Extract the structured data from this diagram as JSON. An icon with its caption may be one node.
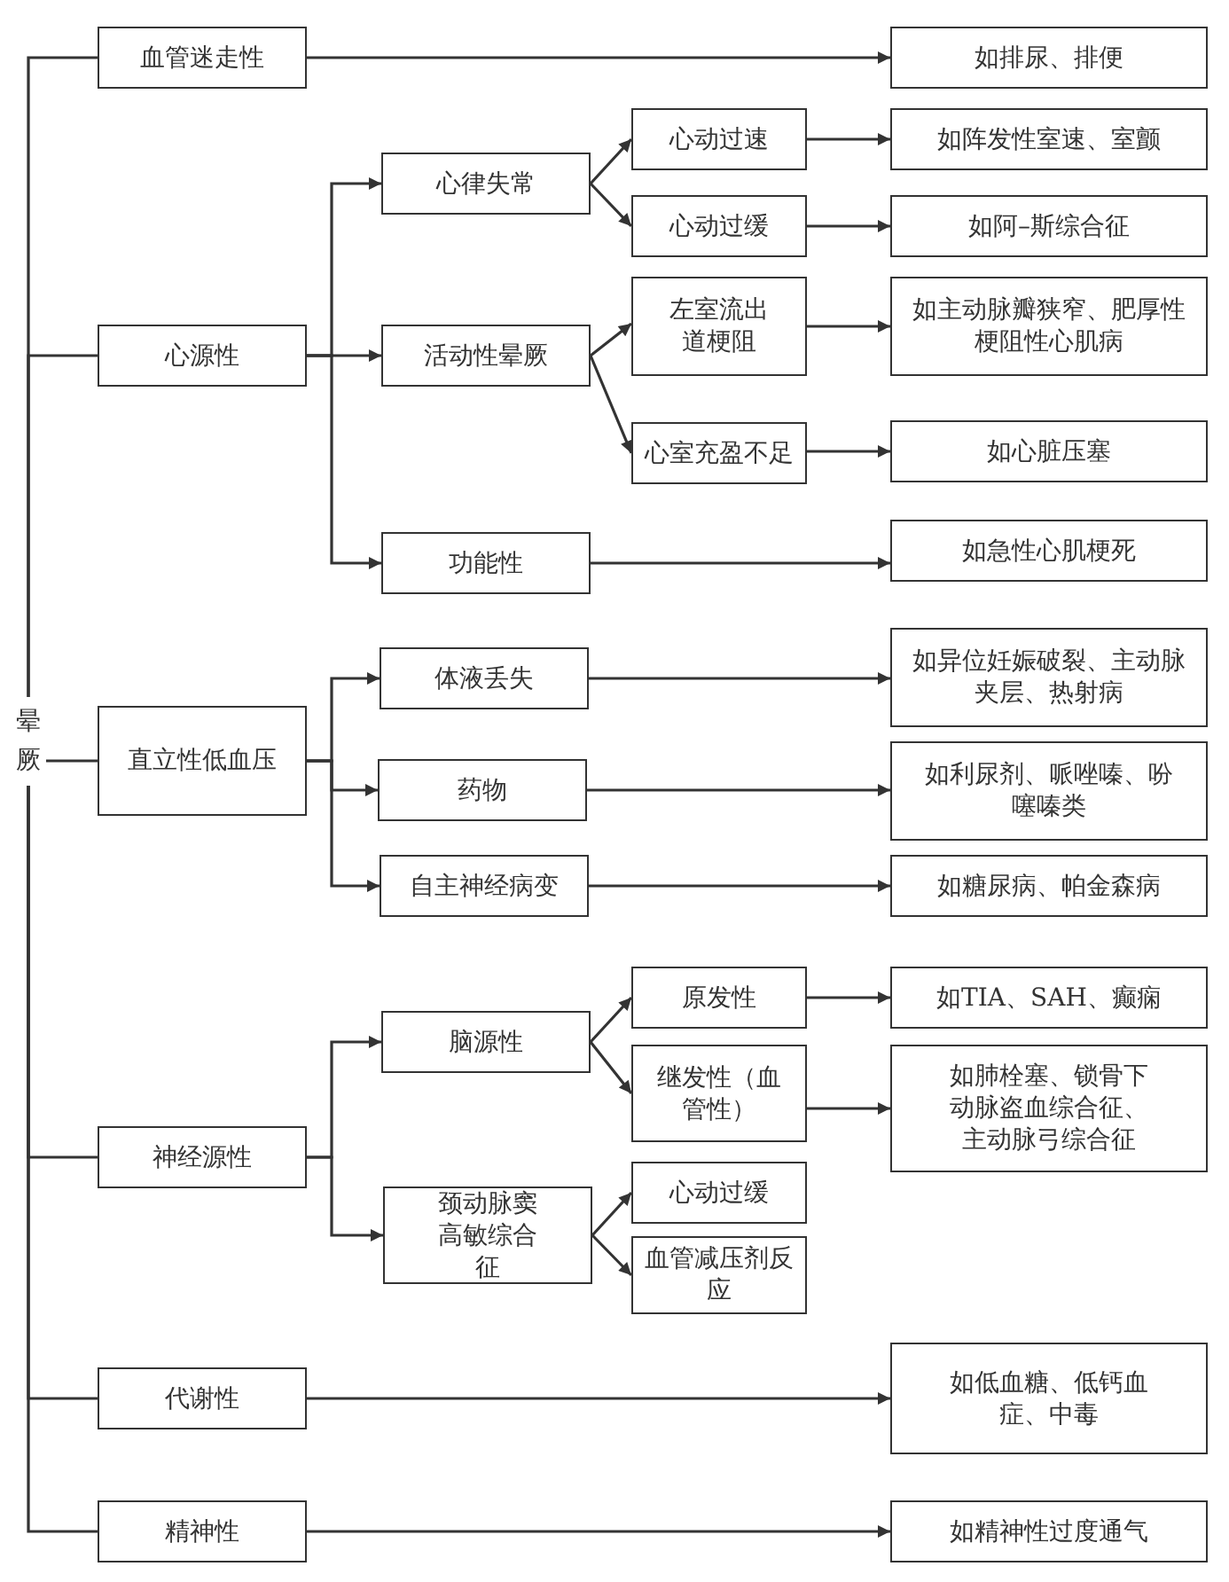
{
  "diagram": {
    "nodes": [
      {
        "text": [
          "晕厥"
        ]
      },
      {
        "text": [
          "血管迷走性"
        ]
      },
      {
        "text": [
          "心源性"
        ]
      },
      {
        "text": [
          "直立性低血压"
        ]
      },
      {
        "text": [
          "神经源性"
        ]
      },
      {
        "text": [
          "代谢性"
        ]
      },
      {
        "text": [
          "精神性"
        ]
      },
      {
        "text": [
          "心律失常"
        ]
      },
      {
        "text": [
          "活动性晕厥"
        ]
      },
      {
        "text": [
          "功能性"
        ]
      },
      {
        "text": [
          "体液丢失"
        ]
      },
      {
        "text": [
          "药物"
        ]
      },
      {
        "text": [
          "自主神经病变"
        ]
      },
      {
        "text": [
          "脑源性"
        ]
      },
      {
        "text": [
          "颈动脉窦高敏综合征"
        ]
      },
      {
        "text": [
          "心动过速"
        ]
      },
      {
        "text": [
          "心动过缓"
        ]
      },
      {
        "text": [
          "左室流出道梗阻"
        ]
      },
      {
        "text": [
          "心室充盈不足"
        ]
      },
      {
        "text": [
          "原发性"
        ]
      },
      {
        "text": [
          "继发性（血管性）"
        ]
      },
      {
        "text": [
          "心动过缓"
        ]
      },
      {
        "text": [
          "血管减压剂反应"
        ]
      },
      {
        "text": [
          "如排尿、排便"
        ]
      },
      {
        "text": [
          "如阵发性室速、室颤"
        ]
      },
      {
        "text": [
          "如阿–斯综合征"
        ]
      },
      {
        "text": [
          "如主动脉瓣狭窄、肥厚性梗阻性心肌病"
        ]
      },
      {
        "text": [
          "如心脏压塞"
        ]
      },
      {
        "text": [
          "如急性心肌梗死"
        ]
      },
      {
        "text": [
          "如异位妊娠破裂、主动脉夹层、热射病"
        ]
      },
      {
        "text": [
          "如利尿剂、哌唑嗪、吩噻嗪类"
        ]
      },
      {
        "text": [
          "如糖尿病、帕金森病"
        ]
      },
      {
        "text": [
          "如TIA、SAH、癫痫"
        ]
      },
      {
        "text": [
          "如肺栓塞、锁骨下动脉盗血综合征、主动脉弓综合征"
        ]
      },
      {
        "text": [
          "如低血糖、低钙血症、中毒"
        ]
      },
      {
        "text": [
          "如精神性过度通气"
        ]
      }
    ],
    "edges": [
      {
        "from": 0,
        "to": 1,
        "arrow": "none"
      },
      {
        "from": 0,
        "to": 2,
        "arrow": "none"
      },
      {
        "from": 0,
        "to": 3,
        "arrow": "none"
      },
      {
        "from": 0,
        "to": 4,
        "arrow": "none"
      },
      {
        "from": 0,
        "to": 5,
        "arrow": "none"
      },
      {
        "from": 0,
        "to": 6,
        "arrow": "none"
      },
      {
        "from": 1,
        "to": 23,
        "arrow": "to"
      },
      {
        "from": 2,
        "to": 7,
        "arrow": "to"
      },
      {
        "from": 2,
        "to": 8,
        "arrow": "to"
      },
      {
        "from": 2,
        "to": 9,
        "arrow": "to"
      },
      {
        "from": 7,
        "to": 15,
        "arrow": "to"
      },
      {
        "from": 7,
        "to": 16,
        "arrow": "to"
      },
      {
        "from": 15,
        "to": 24,
        "arrow": "to"
      },
      {
        "from": 16,
        "to": 25,
        "arrow": "to"
      },
      {
        "from": 8,
        "to": 17,
        "arrow": "to"
      },
      {
        "from": 8,
        "to": 18,
        "arrow": "to"
      },
      {
        "from": 17,
        "to": 26,
        "arrow": "to"
      },
      {
        "from": 18,
        "to": 27,
        "arrow": "to"
      },
      {
        "from": 9,
        "to": 28,
        "arrow": "to"
      },
      {
        "from": 3,
        "to": 10,
        "arrow": "to"
      },
      {
        "from": 3,
        "to": 11,
        "arrow": "to"
      },
      {
        "from": 3,
        "to": 12,
        "arrow": "to"
      },
      {
        "from": 10,
        "to": 29,
        "arrow": "to"
      },
      {
        "from": 11,
        "to": 30,
        "arrow": "to"
      },
      {
        "from": 12,
        "to": 31,
        "arrow": "to"
      },
      {
        "from": 4,
        "to": 13,
        "arrow": "to"
      },
      {
        "from": 4,
        "to": 14,
        "arrow": "to"
      },
      {
        "from": 13,
        "to": 19,
        "arrow": "to"
      },
      {
        "from": 13,
        "to": 20,
        "arrow": "to"
      },
      {
        "from": 19,
        "to": 32,
        "arrow": "to"
      },
      {
        "from": 20,
        "to": 33,
        "arrow": "to"
      },
      {
        "from": 14,
        "to": 21,
        "arrow": "to"
      },
      {
        "from": 14,
        "to": 22,
        "arrow": "to"
      },
      {
        "from": 5,
        "to": 34,
        "arrow": "to"
      },
      {
        "from": 6,
        "to": 35,
        "arrow": "to"
      }
    ]
  }
}
